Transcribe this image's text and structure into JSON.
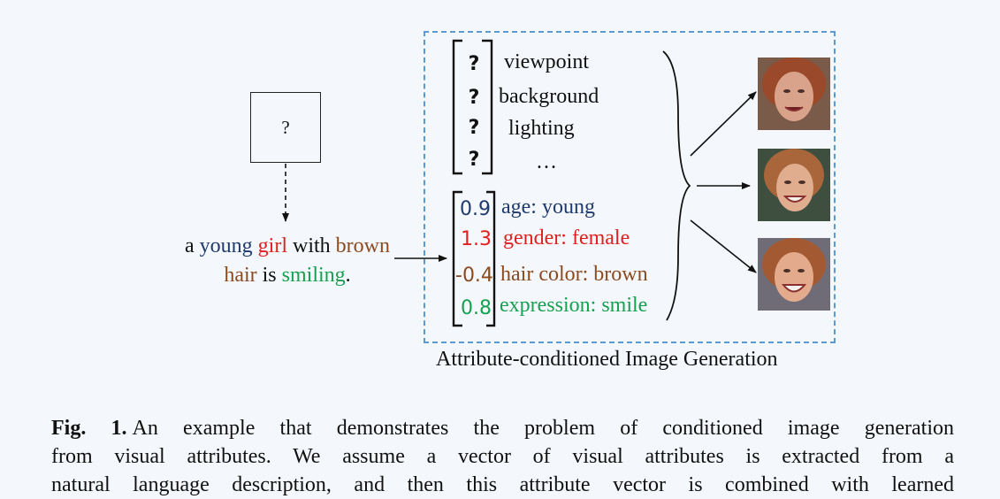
{
  "colors": {
    "young": "#1f3a6e",
    "girl": "#e02020",
    "brown": "#8b4a20",
    "smiling": "#17a050",
    "box_border": "#5b9bd5"
  },
  "input_box": {
    "symbol": "?"
  },
  "sentence": {
    "w1": "a ",
    "young": "young",
    "w2": " ",
    "girl": "girl",
    "w3": " with ",
    "brown": "brown",
    "hair": "hair",
    "w4": " is ",
    "smiling": "smiling",
    "w5": "."
  },
  "unknown_attributes": [
    {
      "value": "?",
      "label": "viewpoint"
    },
    {
      "value": "?",
      "label": "background"
    },
    {
      "value": "?",
      "label": "lighting"
    },
    {
      "value": "?",
      "label": "…"
    }
  ],
  "known_attributes": [
    {
      "value": "0.9",
      "label": "age: young"
    },
    {
      "value": "1.3",
      "label": "gender: female"
    },
    {
      "value": "-0.4",
      "label": "hair color: brown"
    },
    {
      "value": "0.8",
      "label": "expression: smile"
    }
  ],
  "box_title": "Attribute-conditioned Image Generation",
  "figure_caption": {
    "label": "Fig. 1.",
    "line1": "An example that demonstrates the problem of conditioned image generation",
    "line2": "from visual attributes. We assume a vector of visual attributes is extracted from a",
    "line3": "natural language description, and then this attribute vector is combined with learned"
  },
  "output_faces": [
    "face-1",
    "face-2",
    "face-3"
  ]
}
